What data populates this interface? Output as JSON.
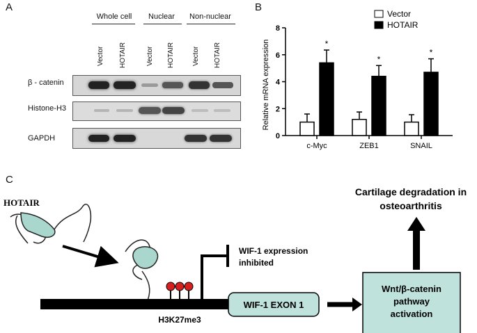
{
  "panels": {
    "a": "A",
    "b": "B",
    "c": "C"
  },
  "western_blot": {
    "groups": [
      "Whole cell",
      "Nuclear",
      "Non-nuclear"
    ],
    "lanes": [
      "Vector",
      "HOTAIR",
      "Vector",
      "HOTAIR",
      "Vector",
      "HOTAIR"
    ],
    "rows": [
      "β - catenin",
      "Histone-H3",
      "GAPDH"
    ]
  },
  "chart_data": {
    "type": "bar",
    "ylabel": "Relative mRNA expression",
    "ylim": [
      0,
      8
    ],
    "yticks": [
      "0",
      "2",
      "4",
      "6",
      "8"
    ],
    "categories": [
      "c-Myc",
      "ZEB1",
      "SNAIL"
    ],
    "series": [
      {
        "name": "Vector",
        "color": "#ffffff",
        "values": [
          1.0,
          1.2,
          1.0
        ],
        "errors": [
          0.6,
          0.55,
          0.55
        ]
      },
      {
        "name": "HOTAIR",
        "color": "#000000",
        "values": [
          5.4,
          4.4,
          4.7
        ],
        "errors": [
          0.95,
          0.8,
          1.0
        ]
      }
    ],
    "significance": [
      "*",
      "*",
      "*"
    ],
    "legend_position": "top-right"
  },
  "diagram": {
    "hotair_label": "HOTAIR",
    "outcome": [
      "Cartilage degradation in",
      "osteoarthritis"
    ],
    "wif_inhibited": [
      "WIF-1 expression",
      "inhibited"
    ],
    "exon_label": "WIF-1 EXON 1",
    "pathway": [
      "Wnt/β-catenin",
      "pathway",
      "activation"
    ],
    "mark_label": "H3K27me3"
  }
}
